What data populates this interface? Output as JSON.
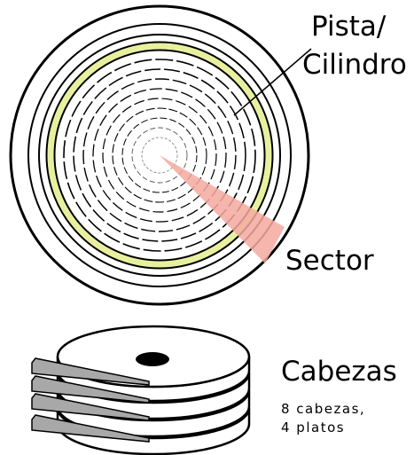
{
  "labels": {
    "track_line1": "Pista/",
    "track_line2": "Cilindro",
    "sector": "Sector",
    "heads": "Cabezas",
    "heads_note_line1": "8 cabezas,",
    "heads_note_line2": "4 platos"
  },
  "colors": {
    "stroke": "#000000",
    "background": "#ffffff",
    "highlighted_track": "#e8f0a0",
    "sector": "#f4a9a0",
    "spindle": "#000000",
    "head_arm": "#a8a8a8",
    "platter": "#ffffff"
  }
}
